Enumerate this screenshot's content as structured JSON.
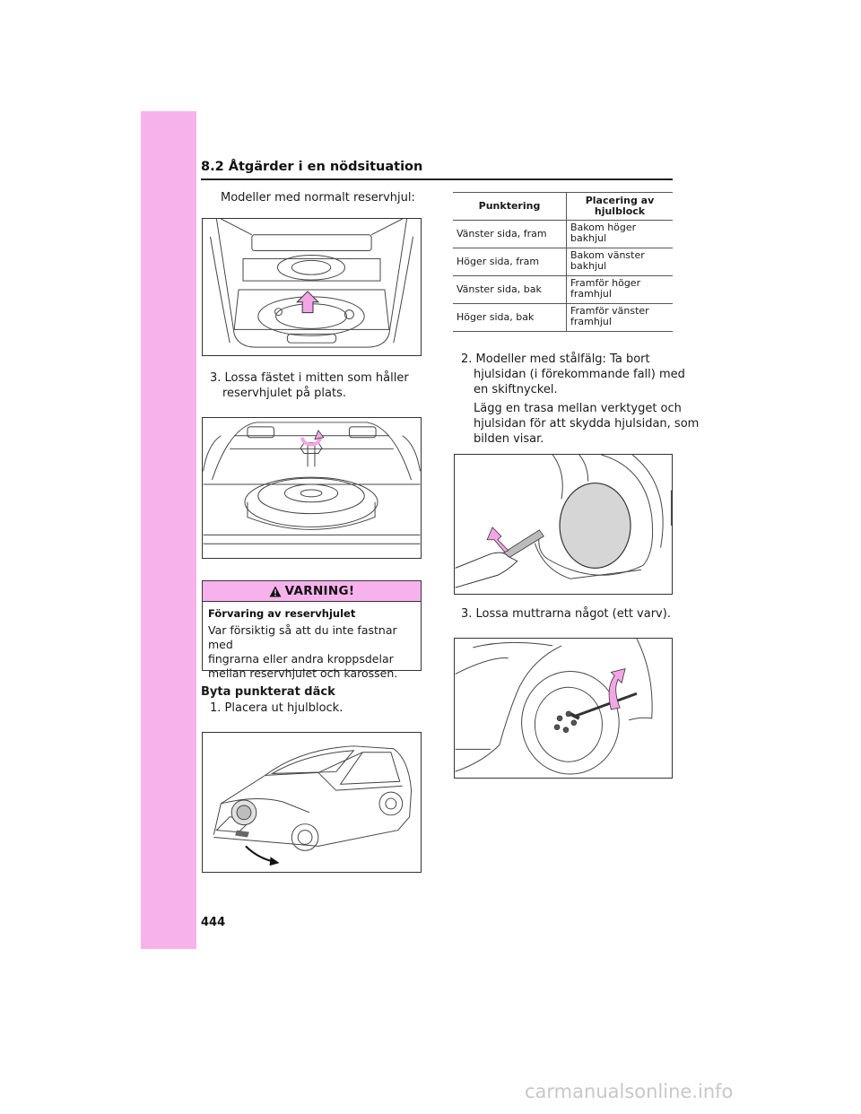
{
  "section": {
    "title": "8.2 Åtgärder i en nödsituation"
  },
  "left_column": {
    "intro_line": "Modeller med normalt reservhjul:",
    "step_3_line1": "3. Lossa fästet i mitten som håller",
    "step_3_line2": "reservhjulet på plats.",
    "warning": {
      "title": "VARNING!",
      "subtitle": "Förvaring av reservhjulet",
      "body_line1": "Var försiktig så att du inte fastnar med",
      "body_line2": "fingrarna eller andra kroppsdelar",
      "body_line3": "mellan reservhjulet och karossen."
    },
    "heading_flat_tire": "Byta punkterat däck",
    "step_1": "1. Placera ut hjulblock."
  },
  "table": {
    "header_col1": "Punktering",
    "header_col2_line1": "Placering av",
    "header_col2_line2": "hjulblock",
    "rows": [
      {
        "puncture": "Vänster sida, fram",
        "block_line1": "Bakom höger",
        "block_line2": "bakhjul"
      },
      {
        "puncture": "Höger sida, fram",
        "block_line1": "Bakom vänster",
        "block_line2": "bakhjul"
      },
      {
        "puncture": "Vänster sida, bak",
        "block_line1": "Framför höger",
        "block_line2": "framhjul"
      },
      {
        "puncture": "Höger sida, bak",
        "block_line1": "Framför vänster",
        "block_line2": "framhjul"
      }
    ]
  },
  "right_column": {
    "step_2_line1": "2. Modeller med stålfälg: Ta bort",
    "step_2_line2": "hjulsidan (i förekommande fall) med",
    "step_2_line3": "en skiftnyckel.",
    "step_2_note_line1": "Lägg en trasa mellan verktyget och",
    "step_2_note_line2": "hjulsidan för att skydda hjulsidan, som",
    "step_2_note_line3": "bilden visar.",
    "step_3": "3. Lossa muttrarna något (ett varv)."
  },
  "page_number": "444",
  "watermark": "carmanualsonline.info",
  "colors": {
    "accent_pink": "#f7b2ec",
    "border": "#333333"
  }
}
